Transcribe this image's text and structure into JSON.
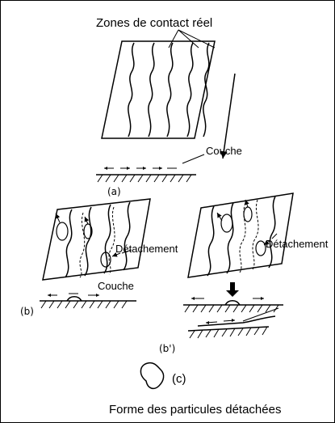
{
  "labels": {
    "zones": "Zones de contact réel",
    "couche_a": "Couche",
    "panel_a": "(a)",
    "detach_b": "Détachement",
    "couche_b": "Couche",
    "panel_b": "(b)",
    "detach_bp": "Détachement",
    "panel_bp": "(b')",
    "panel_c": "(c)",
    "caption": "Forme des particules détachées"
  },
  "colors": {
    "ink": "#000000",
    "background": "#ffffff"
  }
}
